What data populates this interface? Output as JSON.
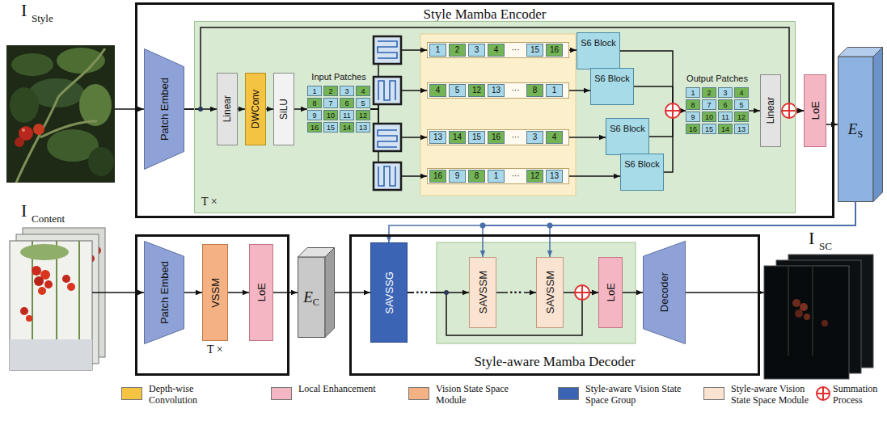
{
  "diagram": {
    "nodes": [
      {
        "text": [
          "Style Mamba Encoder"
        ]
      },
      {
        "text": [
          "Patch Embed"
        ],
        "in": 0
      },
      {
        "text": [
          "T ×"
        ],
        "in": 0
      },
      {
        "text": [
          "Linear"
        ],
        "in": 2
      },
      {
        "text": [
          "DWConv"
        ],
        "in": 2
      },
      {
        "text": [
          "SiLU"
        ],
        "in": 2
      },
      {
        "text": [
          "Input Patches",
          "1",
          "2",
          "3",
          "4",
          "8",
          "7",
          "6",
          "5",
          "9",
          "10",
          "11",
          "12",
          "16",
          "15",
          "14",
          "13"
        ],
        "in": 2
      },
      {
        "text": [
          "1",
          "2",
          "3",
          "4",
          "···",
          "15",
          "16"
        ],
        "in": 2
      },
      {
        "text": [
          "4",
          "5",
          "12",
          "13",
          "···",
          "8",
          "1"
        ],
        "in": 2
      },
      {
        "text": [
          "13",
          "14",
          "15",
          "16",
          "···",
          "3",
          "4"
        ],
        "in": 2
      },
      {
        "text": [
          "16",
          "9",
          "8",
          "1",
          "···",
          "12",
          "13"
        ],
        "in": 2
      },
      {
        "text": [
          "S6 Block"
        ],
        "in": 2
      },
      {
        "text": [
          "S6 Block"
        ],
        "in": 2
      },
      {
        "text": [
          "S6 Block"
        ],
        "in": 2
      },
      {
        "text": [
          "S6 Block"
        ],
        "in": 2
      },
      {
        "text": [
          "Output Patches",
          "1",
          "2",
          "3",
          "4",
          "8",
          "7",
          "6",
          "5",
          "9",
          "10",
          "11",
          "12",
          "16",
          "15",
          "14",
          "13"
        ],
        "in": 2
      },
      {
        "text": [
          "Linear"
        ],
        "in": 2
      },
      {
        "text": [
          "LoE"
        ],
        "in": 0
      },
      {
        "text": [
          "E",
          "S"
        ]
      },
      {
        "text": [
          "Patch Embed"
        ]
      },
      {
        "text": [
          "VSSM"
        ]
      },
      {
        "text": [
          "LoE"
        ]
      },
      {
        "text": [
          "E",
          "C"
        ]
      },
      {
        "text": [
          "Style-aware Mamba Decoder"
        ]
      },
      {
        "text": [
          "SAVSSG"
        ],
        "in": 23
      },
      {
        "text": [
          "SAVSSM"
        ],
        "in": 23
      },
      {
        "text": [
          "SAVSSM"
        ],
        "in": 23
      },
      {
        "text": [
          "LoE"
        ],
        "in": 23
      },
      {
        "text": [
          "Decoder"
        ],
        "in": 23
      }
    ],
    "edges": [
      {
        "from": 1,
        "to": 3,
        "arrow": "to"
      },
      {
        "from": 3,
        "to": 4,
        "arrow": "to"
      },
      {
        "from": 4,
        "to": 5,
        "arrow": "to"
      },
      {
        "from": 5,
        "to": 6,
        "arrow": "to"
      },
      {
        "from": 6,
        "to": 7,
        "arrow": "to"
      },
      {
        "from": 6,
        "to": 8,
        "arrow": "to"
      },
      {
        "from": 6,
        "to": 9,
        "arrow": "to"
      },
      {
        "from": 6,
        "to": 10,
        "arrow": "to"
      },
      {
        "from": 7,
        "to": 11,
        "arrow": "to"
      },
      {
        "from": 8,
        "to": 12,
        "arrow": "to"
      },
      {
        "from": 9,
        "to": 13,
        "arrow": "to"
      },
      {
        "from": 10,
        "to": 14,
        "arrow": "to"
      },
      {
        "from": 11,
        "to": 15,
        "arrow": "to"
      },
      {
        "from": 12,
        "to": 15,
        "arrow": "to"
      },
      {
        "from": 13,
        "to": 15,
        "arrow": "to"
      },
      {
        "from": 14,
        "to": 15,
        "arrow": "to"
      },
      {
        "from": 15,
        "to": 16,
        "arrow": "to"
      },
      {
        "from": 16,
        "to": 17,
        "arrow": "to"
      },
      {
        "from": 1,
        "to": 17,
        "arrow": "to"
      },
      {
        "from": 17,
        "to": 18,
        "arrow": "to"
      },
      {
        "from": 18,
        "to": 24,
        "arrow": "to"
      },
      {
        "from": 18,
        "to": 25,
        "arrow": "to"
      },
      {
        "from": 18,
        "to": 26,
        "arrow": "to"
      },
      {
        "from": 19,
        "to": 20,
        "arrow": "to"
      },
      {
        "from": 20,
        "to": 21,
        "arrow": "to"
      },
      {
        "from": 21,
        "to": 22,
        "arrow": "to"
      },
      {
        "from": 22,
        "to": 24,
        "arrow": "to"
      },
      {
        "from": 24,
        "to": 25,
        "label": "···",
        "arrow": "to"
      },
      {
        "from": 25,
        "to": 26,
        "label": "···",
        "arrow": "to"
      },
      {
        "from": 26,
        "to": 27,
        "arrow": "to"
      },
      {
        "from": 24,
        "to": 27,
        "arrow": "to"
      },
      {
        "from": 27,
        "to": 28,
        "arrow": "to"
      }
    ],
    "labels": [
      "I",
      "Style",
      "I",
      "Content",
      "T ×",
      "I",
      "SC"
    ],
    "legend": [
      {
        "text": "Depth-wise Convolution",
        "color": "#f5c342"
      },
      {
        "text": "Local Enhancement",
        "color": "#f4b6c2"
      },
      {
        "text": "Vision State Space Module",
        "color": "#f4b183"
      },
      {
        "text": "Style-aware Vision State Space Group",
        "color": "#3b64b5"
      },
      {
        "text": "Style-aware Vision State Space Module",
        "color": "#fbe3d2"
      },
      {
        "text": "Summation Process"
      }
    ]
  }
}
